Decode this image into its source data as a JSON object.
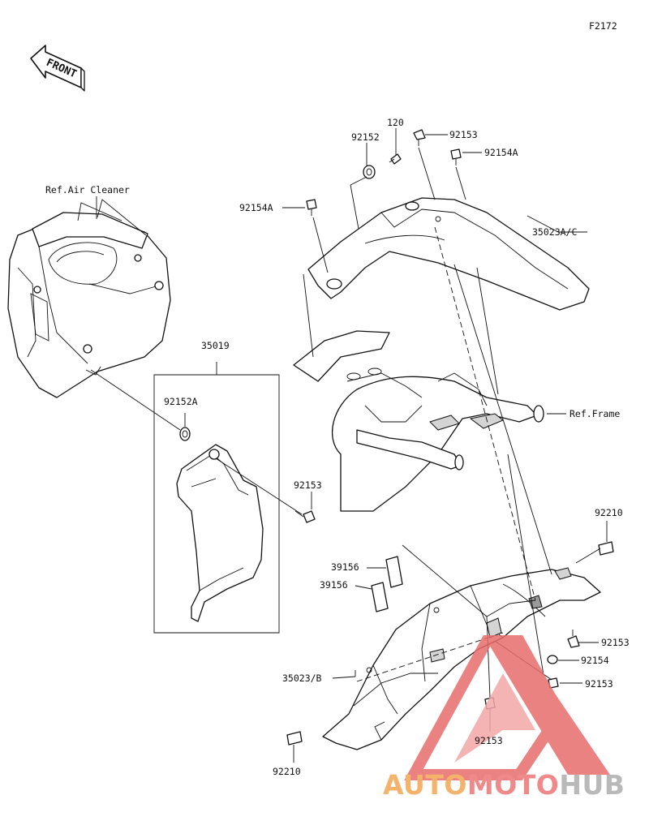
{
  "figure_code": "F2172",
  "front_arrow_text": "FRONT",
  "labels": {
    "p120": "120",
    "p92152": "92152",
    "p92153_top": "92153",
    "p92154A_top": "92154A",
    "p92154A_left": "92154A",
    "p35023AC": "35023A/C",
    "ref_air_cleaner": "Ref.Air Cleaner",
    "p35019": "35019",
    "p92152A": "92152A",
    "p92153_mid": "92153",
    "ref_frame": "Ref.Frame",
    "p92210_top": "92210",
    "p39156_a": "39156",
    "p39156_b": "39156",
    "p92153_r1": "92153",
    "p92154": "92154",
    "p92153_r2": "92153",
    "p35023B": "35023/B",
    "p92153_bot": "92153",
    "p92210_bot": "92210"
  },
  "watermark": {
    "part1": "AUTO",
    "part2": "MOTO",
    "part3": "HUB",
    "colors": {
      "auto": "#f5b26b",
      "moto": "#f08a8a",
      "hub": "#b9b9b9",
      "triangle": "#e86d6d"
    }
  }
}
